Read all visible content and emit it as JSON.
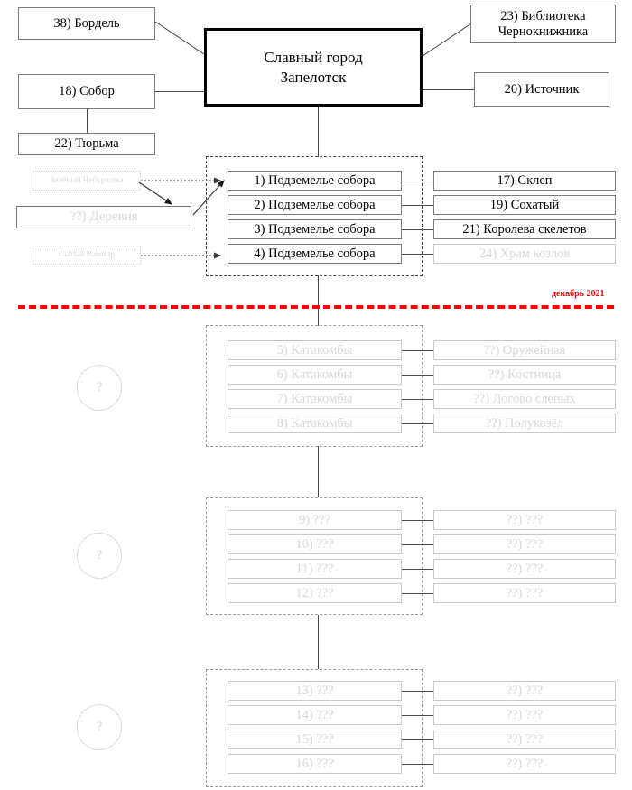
{
  "diagram": {
    "title_node": {
      "label": "Славный город\nЗапелотск"
    },
    "timeline": {
      "label": "декабрь 2021",
      "color": "#fe0000"
    },
    "city_satellites": [
      {
        "name": "brothel",
        "label": "38) Бордель"
      },
      {
        "name": "cathedral",
        "label": "18) Собор"
      },
      {
        "name": "prison",
        "label": "22) Тюрьма"
      },
      {
        "name": "library",
        "label": "23) Библиотека\nЧернокнижника"
      },
      {
        "name": "spring",
        "label": "20) Источник"
      }
    ],
    "side_notes": [
      {
        "name": "green-cheburashka",
        "label": "Зелёный Чебурашка"
      },
      {
        "name": "village",
        "label": "??) Деревня"
      },
      {
        "name": "fed-vampire",
        "label": "Сытый Вампир"
      }
    ],
    "stages": [
      {
        "name": "cathedral-dungeon",
        "known": true,
        "levels": [
          {
            "label": "1) Подземелье собора",
            "faded": false
          },
          {
            "label": "2) Подземелье собора",
            "faded": false
          },
          {
            "label": "3) Подземелье собора",
            "faded": false
          },
          {
            "label": "4) Подземелье собора",
            "faded": false
          }
        ],
        "bosses": [
          {
            "label": "17) Склеп",
            "faded": false
          },
          {
            "label": "19) Сохатый",
            "faded": false
          },
          {
            "label": "21) Королева скелетов",
            "faded": false
          },
          {
            "label": "24) Храм козлов",
            "faded": true
          }
        ]
      },
      {
        "name": "catacombs",
        "known": false,
        "marker": "?",
        "levels": [
          {
            "label": "5) Катакомбы",
            "faded": true
          },
          {
            "label": "6) Катакомбы",
            "faded": true
          },
          {
            "label": "7) Катакомбы",
            "faded": true
          },
          {
            "label": "8) Катакомбы",
            "faded": true
          }
        ],
        "bosses": [
          {
            "label": "??) Оружейная",
            "faded": true
          },
          {
            "label": "??) Костница",
            "faded": true
          },
          {
            "label": "??) Логово слепых",
            "faded": true
          },
          {
            "label": "??) Полукозёл",
            "faded": true
          }
        ]
      },
      {
        "name": "unknown-stage-3",
        "known": false,
        "marker": "?",
        "levels": [
          {
            "label": "9) ???",
            "faded": true
          },
          {
            "label": "10) ???",
            "faded": true
          },
          {
            "label": "11) ???",
            "faded": true
          },
          {
            "label": "12) ???",
            "faded": true
          }
        ],
        "bosses": [
          {
            "label": "??) ???",
            "faded": true
          },
          {
            "label": "??) ???",
            "faded": true
          },
          {
            "label": "??) ???",
            "faded": true
          },
          {
            "label": "??) ???",
            "faded": true
          }
        ]
      },
      {
        "name": "unknown-stage-4",
        "known": false,
        "marker": "?",
        "levels": [
          {
            "label": "13) ???",
            "faded": true
          },
          {
            "label": "14) ???",
            "faded": true
          },
          {
            "label": "15) ???",
            "faded": true
          },
          {
            "label": "16) ???",
            "faded": true
          }
        ],
        "bosses": [
          {
            "label": "??) ???",
            "faded": true
          },
          {
            "label": "??) ???",
            "faded": true
          },
          {
            "label": "??) ???",
            "faded": true
          },
          {
            "label": "??) ???",
            "faded": true
          }
        ]
      }
    ]
  }
}
